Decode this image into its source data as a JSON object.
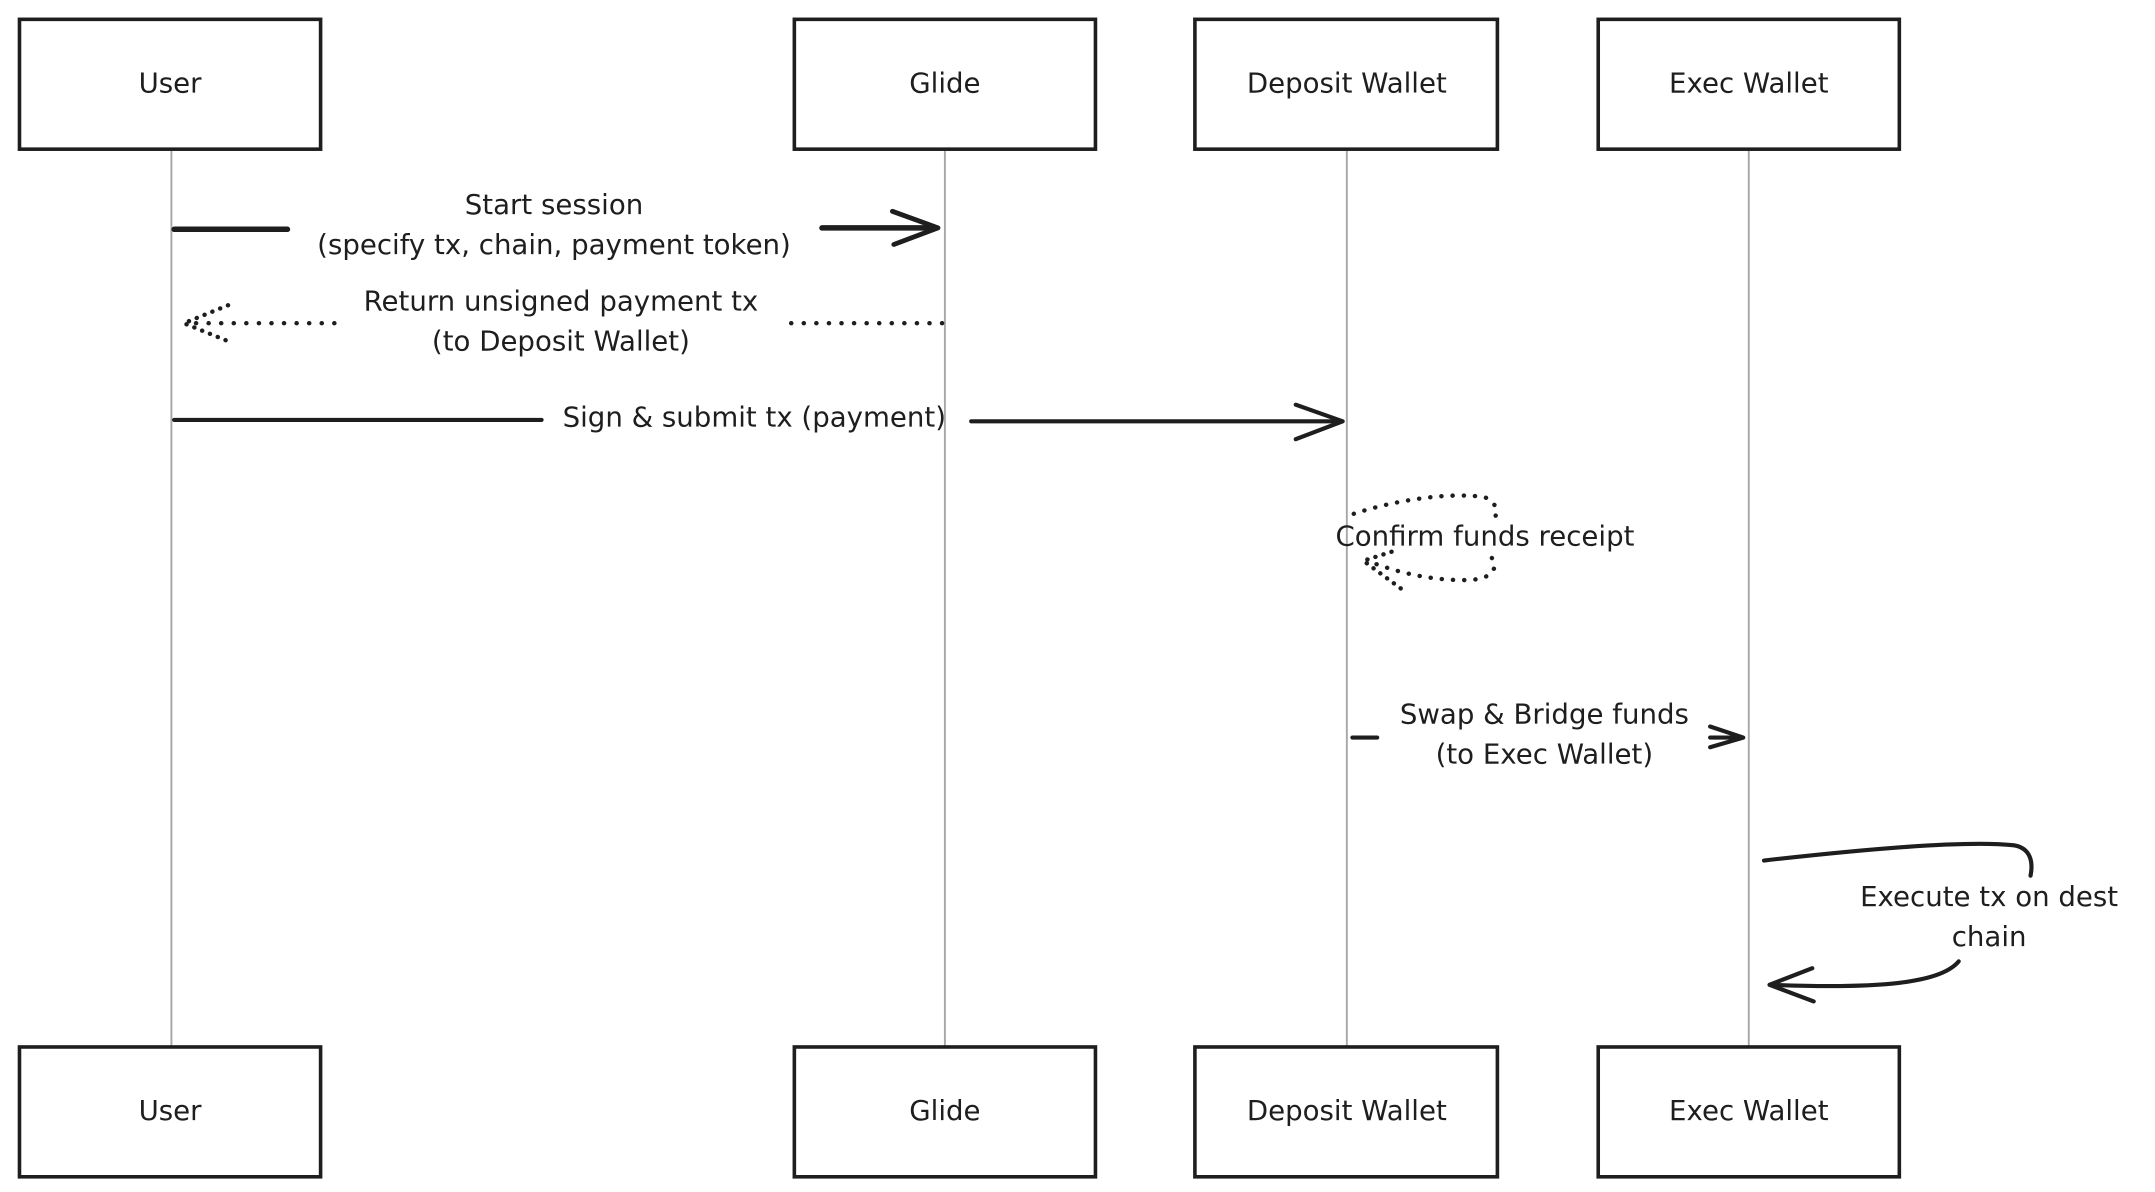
{
  "participants": [
    "User",
    "Glide",
    "Deposit Wallet",
    "Exec Wallet"
  ],
  "messages": [
    {
      "lines": [
        "Start session",
        "(specify tx, chain, payment token)"
      ],
      "from": "User",
      "to": "Glide",
      "style": "solid"
    },
    {
      "lines": [
        "Return unsigned payment tx",
        "(to Deposit Wallet)"
      ],
      "from": "Glide",
      "to": "User",
      "style": "dotted"
    },
    {
      "lines": [
        "Sign & submit tx (payment)"
      ],
      "from": "User",
      "to": "Deposit Wallet",
      "style": "solid"
    },
    {
      "lines": [
        "Confirm funds receipt"
      ],
      "from": "Deposit Wallet",
      "to": "Deposit Wallet",
      "style": "dotted"
    },
    {
      "lines": [
        "Swap & Bridge funds",
        "(to Exec Wallet)"
      ],
      "from": "Deposit Wallet",
      "to": "Exec Wallet",
      "style": "solid"
    },
    {
      "lines": [
        "Execute tx on dest",
        "chain"
      ],
      "from": "Exec Wallet",
      "to": "Exec Wallet",
      "style": "solid"
    }
  ]
}
